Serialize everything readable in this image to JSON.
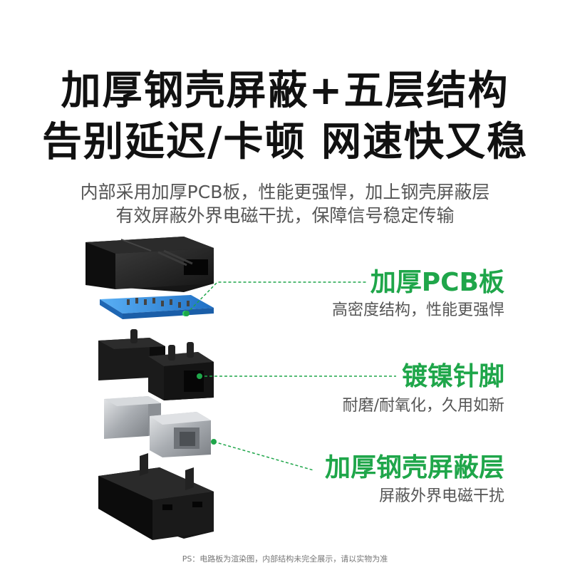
{
  "headline": {
    "line1": "加厚钢壳屏蔽+五层结构",
    "line2": "告别延迟/卡顿 网速快又稳"
  },
  "subtitle": {
    "line1": "内部采用加厚PCB板，性能更强悍，加上钢壳屏蔽层",
    "line2": "有效屏蔽外界电磁干扰，保障信号稳定传输"
  },
  "features": [
    {
      "title": "加厚PCB板",
      "desc": "高密度结构，性能更强悍"
    },
    {
      "title": "镀镍针脚",
      "desc": "耐磨/耐氧化，久用如新"
    },
    {
      "title": "加厚钢壳屏蔽层",
      "desc": "屏蔽外界电磁干扰"
    }
  ],
  "footnote": "PS：电路板为渲染图，内部结构未完全展示，请以实物为准",
  "colors": {
    "accent": "#1fa64a",
    "pcb": "#2f8fe0",
    "housing": "#1c1c1c",
    "steel": "#b9bcc0"
  }
}
